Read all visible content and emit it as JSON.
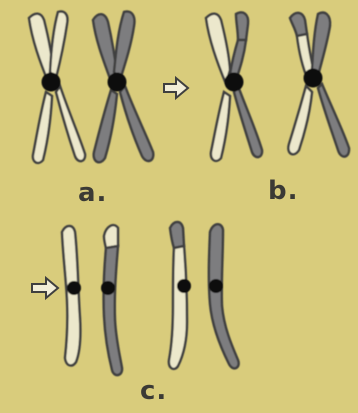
{
  "panels": [
    {
      "id": "a",
      "label": "a."
    },
    {
      "id": "b",
      "label": "b."
    },
    {
      "id": "c",
      "label": "c."
    }
  ],
  "colors": {
    "background": "#d9cc7c",
    "light_chromatid": "#ece8cc",
    "dark_chromatid": "#7d7d7f",
    "outline": "#3f3f3f",
    "centromere": "#0b0b0b"
  },
  "icons": [
    "right-arrow-icon",
    "right-arrow-icon"
  ]
}
